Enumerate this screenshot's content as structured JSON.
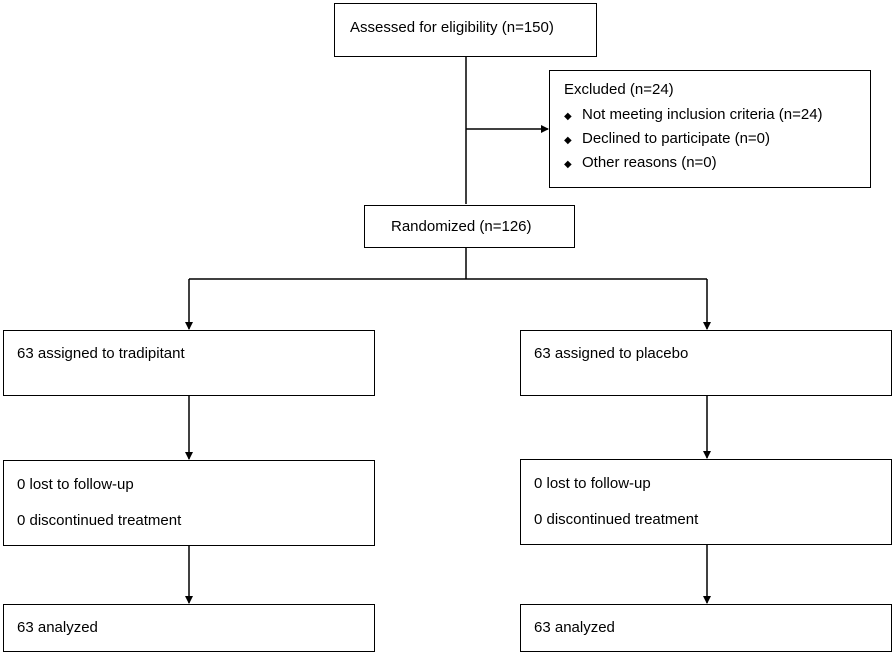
{
  "assessed": {
    "label": "Assessed for eligibility (n=150)"
  },
  "excluded": {
    "title": "Excluded  (n=24)",
    "bullet": "◆",
    "items": [
      {
        "label": "Not meeting inclusion criteria (n=24)"
      },
      {
        "label": "Declined to participate (n=0)"
      },
      {
        "label": "Other reasons (n=0)"
      }
    ]
  },
  "randomized": {
    "label": "Randomized (n=126)"
  },
  "tradipitant": {
    "assigned": "63 assigned to tradipitant",
    "lost": "0 lost to follow-up",
    "discontinued": "0 discontinued treatment",
    "analyzed": "63 analyzed"
  },
  "placebo": {
    "assigned": "63 assigned to placebo",
    "lost": "0 lost to follow-up",
    "discontinued": "0 discontinued treatment",
    "analyzed": "63 analyzed"
  },
  "colors": {
    "line": "#000000",
    "box_border": "#000000",
    "background": "#ffffff"
  }
}
